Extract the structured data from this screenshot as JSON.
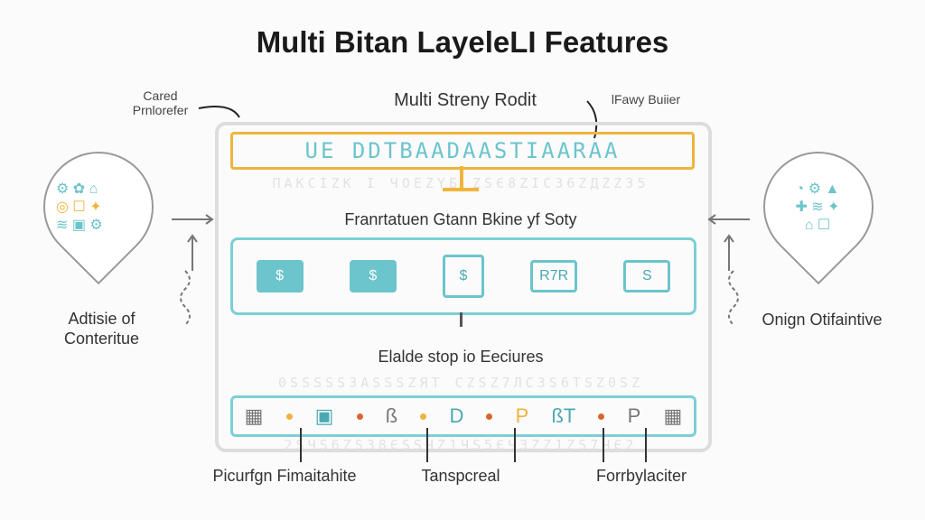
{
  "title": "Multi Bitan LayeleLI Features",
  "top_label": "Multi Streny Rodit",
  "left_callout": "Cared Prnlorefer",
  "right_callout": "lFawy Buiier",
  "strip_text": "UE DDTBAADAASTIAARAA",
  "middle_label": "Franrtatuen Gtann Bkine yf Soty",
  "bottom_label": "Elalde stop io Eeciures",
  "left_node_label": "Adtisie of Conteritue",
  "right_node_label": "Onign Otifaintive",
  "mid_icons": [
    "$",
    "$",
    "$",
    "R7R",
    "S"
  ],
  "bottom_glyphs": [
    "ß",
    "D",
    "P",
    "ßT",
    "P"
  ],
  "bottom_labels": [
    "Picurfgn Fimaitahite",
    "Tanspcreal",
    "Forrbylaciter"
  ],
  "colors": {
    "accent_orange": "#f0b43c",
    "accent_teal": "#6cc4cc",
    "dot_red": "#d9662e"
  }
}
